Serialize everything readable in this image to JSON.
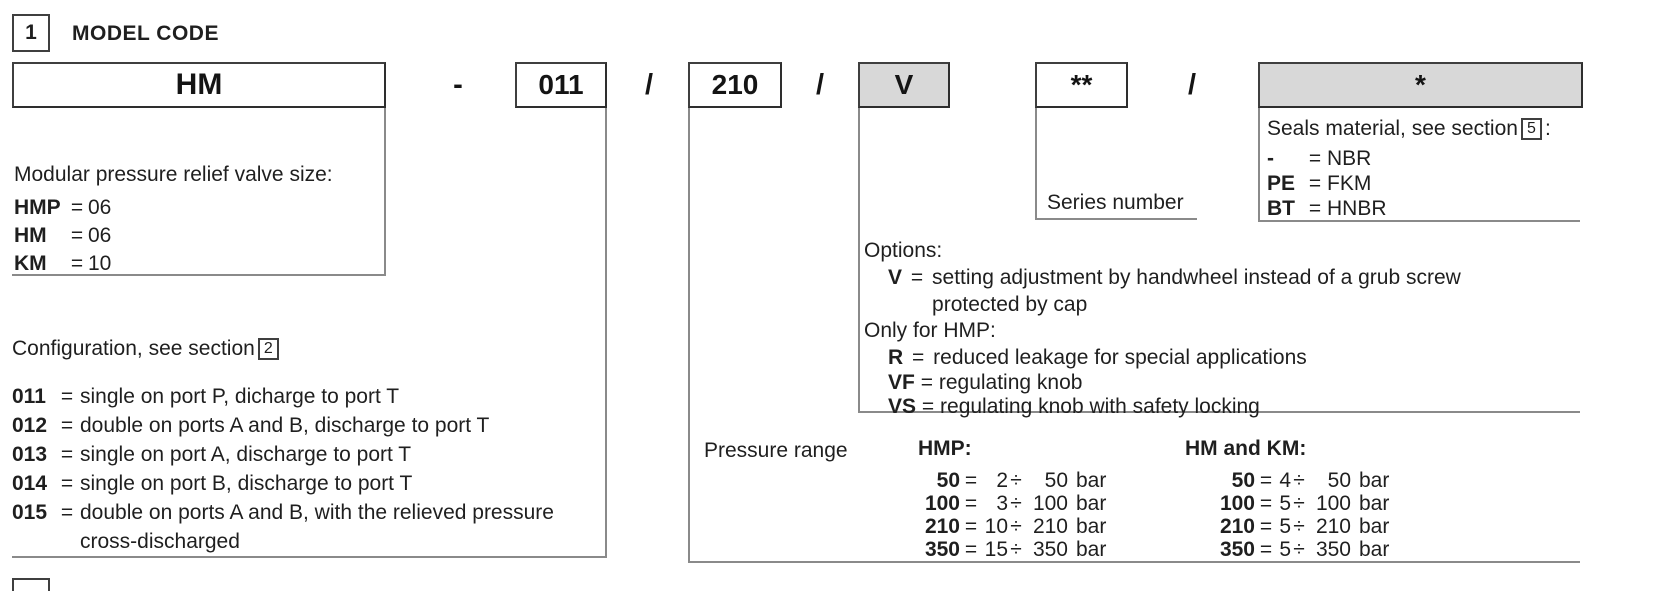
{
  "header": {
    "section_number": "1",
    "title": "MODEL CODE"
  },
  "tokens": {
    "eq": "=",
    "div": "÷",
    "unit": "bar"
  },
  "model_code": {
    "segments": [
      {
        "text": "HM"
      },
      {
        "text": "-"
      },
      {
        "text": "011"
      },
      {
        "text": "/"
      },
      {
        "text": "210"
      },
      {
        "text": "/"
      },
      {
        "text": "V"
      },
      {
        "text": "**"
      },
      {
        "text": "/"
      },
      {
        "text": "*"
      }
    ]
  },
  "valve_size": {
    "title": "Modular pressure relief valve size:",
    "rows": [
      {
        "code": "HMP",
        "value": "06"
      },
      {
        "code": "HM",
        "value": "06"
      },
      {
        "code": "KM",
        "value": "10"
      }
    ]
  },
  "configuration": {
    "title_prefix": "Configuration, see section",
    "section_ref": "2",
    "rows": [
      {
        "code": "011",
        "desc": "single on port P, dicharge to port T"
      },
      {
        "code": "012",
        "desc": "double on ports A and B, discharge to port T"
      },
      {
        "code": "013",
        "desc": "single on port A, discharge to port T"
      },
      {
        "code": "014",
        "desc": "single on port B, discharge to port T"
      },
      {
        "code": "015",
        "desc": "double on ports A and  B, with the relieved pressure",
        "desc_line2": "cross-discharged"
      }
    ]
  },
  "series": {
    "label": "Series number"
  },
  "seals": {
    "title_prefix": "Seals material, see section",
    "section_ref": "5",
    "title_suffix": ":",
    "rows": [
      {
        "code": "-",
        "value": "NBR"
      },
      {
        "code": "PE",
        "value": "FKM"
      },
      {
        "code": "BT",
        "value": "HNBR"
      }
    ]
  },
  "options": {
    "title": "Options:",
    "v_item": {
      "code": "V",
      "desc_line1": "setting adjustment by handwheel instead of a grub screw",
      "desc_line2": "protected by cap"
    },
    "subtitle": "Only for HMP:",
    "items": [
      {
        "code": "R",
        "desc": "reduced leakage for special applications"
      },
      {
        "code": "VF",
        "desc": "regulating knob"
      },
      {
        "code": "VS",
        "desc": "regulating knob with safety locking"
      }
    ]
  },
  "pressure_range": {
    "label": "Pressure range",
    "columns": [
      {
        "header": "HMP:",
        "rows": [
          {
            "code": "50",
            "min": "2",
            "max": "50"
          },
          {
            "code": "100",
            "min": "3",
            "max": "100"
          },
          {
            "code": "210",
            "min": "10",
            "max": "210"
          },
          {
            "code": "350",
            "min": "15",
            "max": "350"
          }
        ]
      },
      {
        "header": "HM and KM:",
        "rows": [
          {
            "code": "50",
            "min": "4",
            "max": "50"
          },
          {
            "code": "100",
            "min": "5",
            "max": "100"
          },
          {
            "code": "210",
            "min": "5",
            "max": "210"
          },
          {
            "code": "350",
            "min": "5",
            "max": "350"
          }
        ]
      }
    ]
  },
  "colors": {
    "gray_fill": "#d8d8d8",
    "box_border": "#3f3f3f",
    "panel_border": "#8a8a8a",
    "text": "#1f1f1f"
  }
}
